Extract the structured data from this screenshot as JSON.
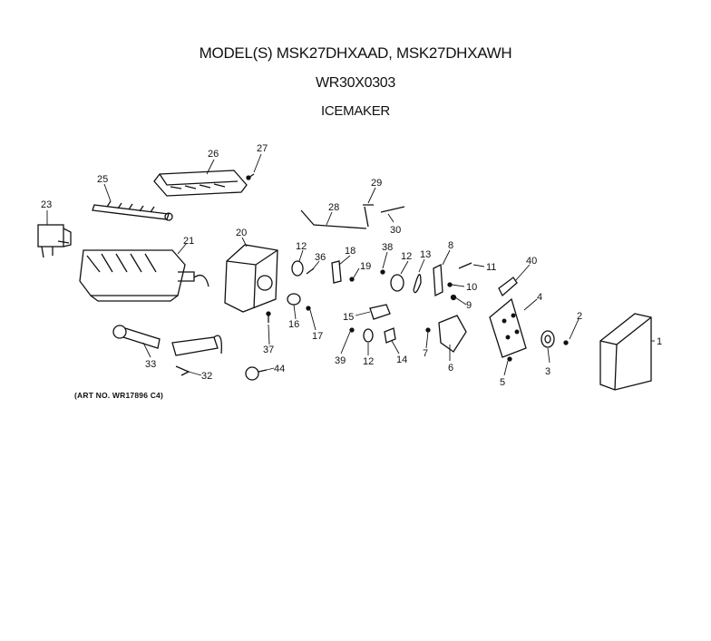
{
  "header": {
    "model_line": "MODEL(S) MSK27DHXAAD, MSK27DHXAWH",
    "part_number": "WR30X0303",
    "assembly": "ICEMAKER"
  },
  "art_number": "(ART NO. WR17896 C4)",
  "callouts": [
    {
      "id": "1",
      "label": "1"
    },
    {
      "id": "2",
      "label": "2"
    },
    {
      "id": "3",
      "label": "3"
    },
    {
      "id": "4",
      "label": "4"
    },
    {
      "id": "5",
      "label": "5"
    },
    {
      "id": "6",
      "label": "6"
    },
    {
      "id": "7",
      "label": "7"
    },
    {
      "id": "8",
      "label": "8"
    },
    {
      "id": "9",
      "label": "9"
    },
    {
      "id": "10",
      "label": "10"
    },
    {
      "id": "11",
      "label": "11"
    },
    {
      "id": "12a",
      "label": "12"
    },
    {
      "id": "12b",
      "label": "12"
    },
    {
      "id": "12c",
      "label": "12"
    },
    {
      "id": "13",
      "label": "13"
    },
    {
      "id": "14",
      "label": "14"
    },
    {
      "id": "15",
      "label": "15"
    },
    {
      "id": "16",
      "label": "16"
    },
    {
      "id": "17",
      "label": "17"
    },
    {
      "id": "18",
      "label": "18"
    },
    {
      "id": "19",
      "label": "19"
    },
    {
      "id": "20",
      "label": "20"
    },
    {
      "id": "21",
      "label": "21"
    },
    {
      "id": "23",
      "label": "23"
    },
    {
      "id": "25",
      "label": "25"
    },
    {
      "id": "26",
      "label": "26"
    },
    {
      "id": "27",
      "label": "27"
    },
    {
      "id": "28",
      "label": "28"
    },
    {
      "id": "29",
      "label": "29"
    },
    {
      "id": "30",
      "label": "30"
    },
    {
      "id": "32",
      "label": "32"
    },
    {
      "id": "33",
      "label": "33"
    },
    {
      "id": "36",
      "label": "36"
    },
    {
      "id": "37",
      "label": "37"
    },
    {
      "id": "38",
      "label": "38"
    },
    {
      "id": "39",
      "label": "39"
    },
    {
      "id": "40",
      "label": "40"
    },
    {
      "id": "44",
      "label": "44"
    }
  ]
}
